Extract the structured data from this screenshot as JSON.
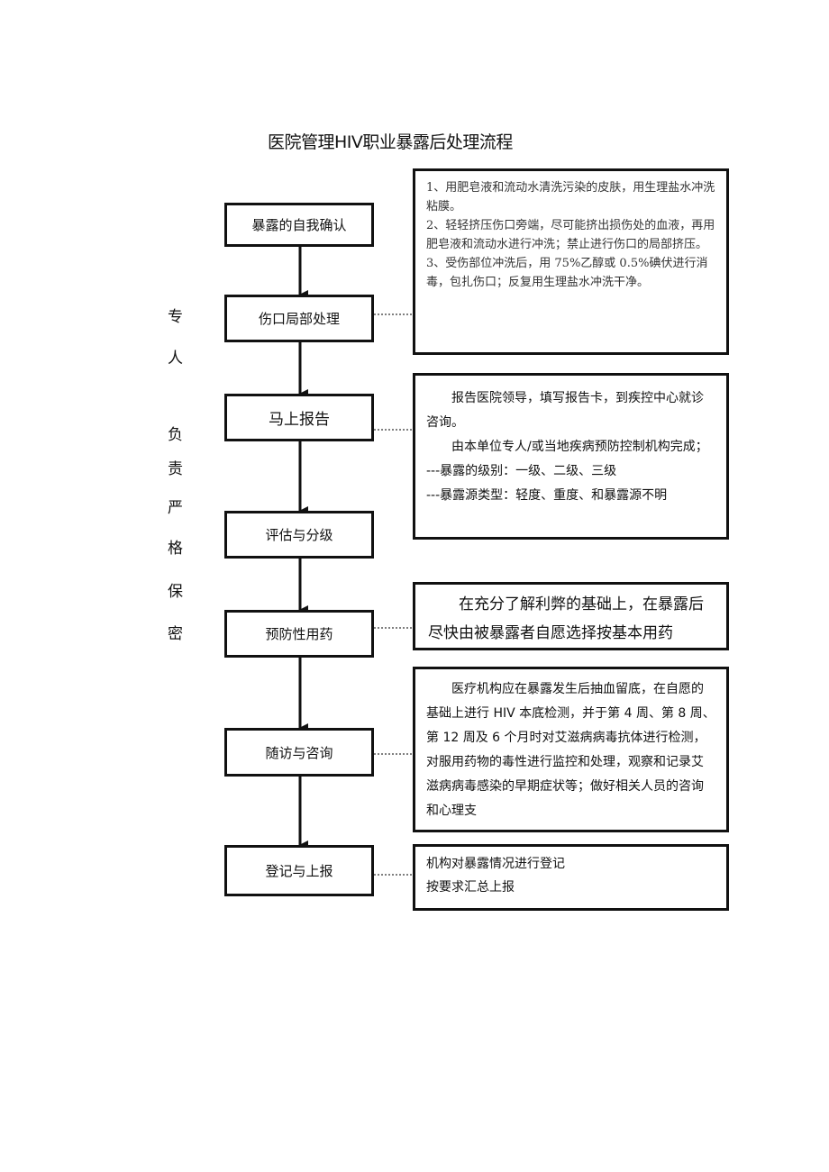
{
  "title": "医院管理HIV职业暴露后处理流程",
  "side_label": [
    "专",
    "人",
    "负",
    "责",
    "严",
    "格",
    "保",
    "密"
  ],
  "steps": [
    {
      "label": "暴露的自我确认"
    },
    {
      "label": "伤口局部处理"
    },
    {
      "label": "马上报告"
    },
    {
      "label": "评估与分级"
    },
    {
      "label": "预防性用药"
    },
    {
      "label": "随访与咨询"
    },
    {
      "label": "登记与上报"
    }
  ],
  "notes": {
    "wound": [
      "1、用肥皂液和流动水清洗污染的皮肤，用生理盐水冲洗粘膜。",
      "2、轻轻挤压伤口旁端，尽可能挤出损伤处的血液，再用肥皂液和流动水进行冲洗；禁止进行伤口的局部挤压。",
      "3、受伤部位冲洗后，用 75%乙醇或 0.5%碘伏进行消毒，包扎伤口；反复用生理盐水冲洗干净。"
    ],
    "report": [
      "报告医院领导，填写报告卡，到疾控中心就诊咨询。",
      "由本单位专人/或当地疾病预防控制机构完成；",
      "---暴露的级别：一级、二级、三级",
      "---暴露源类型：轻度、重度、和暴露源不明"
    ],
    "medication": "在充分了解利弊的基础上，在暴露后尽快由被暴露者自愿选择按基本用药",
    "followup": "医疗机构应在暴露发生后抽血留底，在自愿的基础上进行 HIV 本底检测，并于第 4 周、第 8 周、第 12 周及 6 个月时对艾滋病病毒抗体进行检测，对服用药物的毒性进行监控和处理，观察和记录艾滋病病毒感染的早期症状等；做好相关人员的咨询和心理支",
    "register": [
      "机构对暴露情况进行登记",
      "按要求汇总上报"
    ]
  }
}
